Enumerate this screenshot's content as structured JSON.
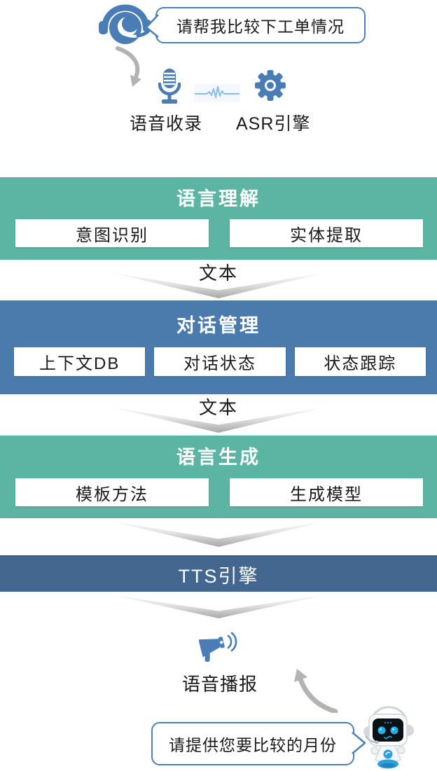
{
  "user": {
    "bubble_text": "请帮我比较下工单情况"
  },
  "capture": {
    "voice_record_label": "语音收录",
    "asr_label": "ASR引擎"
  },
  "stages": {
    "nlu": {
      "title": "语言理解",
      "boxes": [
        "意图识别",
        "实体提取"
      ]
    },
    "dialog": {
      "title": "对话管理",
      "boxes": [
        "上下文DB",
        "对话状态",
        "状态跟踪"
      ]
    },
    "nlg": {
      "title": "语言生成",
      "boxes": [
        "模板方法",
        "生成模型"
      ]
    },
    "tts": {
      "title": "TTS引擎"
    }
  },
  "connectors": {
    "nlu_to_dialog": "文本",
    "dialog_to_nlg": "文本"
  },
  "output": {
    "broadcast_label": "语音播报",
    "bot_bubble_text": "请提供您要比较的月份"
  },
  "icons": {
    "headset": "headset-agent-icon",
    "microphone": "microphone-icon",
    "waveform": "audio-waveform-icon",
    "gear": "gear-icon",
    "megaphone": "megaphone-icon",
    "robot": "robot-icon",
    "curved_arrows": "curved-arrow-icon",
    "chevrons": "chevron-down-arrow"
  },
  "colors": {
    "green_block": "#5CB5A3",
    "blue_block": "#4B7BAC",
    "tts_bar": "#43678F",
    "icon_blue": "#4A7CB5",
    "bubble_border": "#4D80B8",
    "arrow_gray": "#B3B3B3"
  }
}
